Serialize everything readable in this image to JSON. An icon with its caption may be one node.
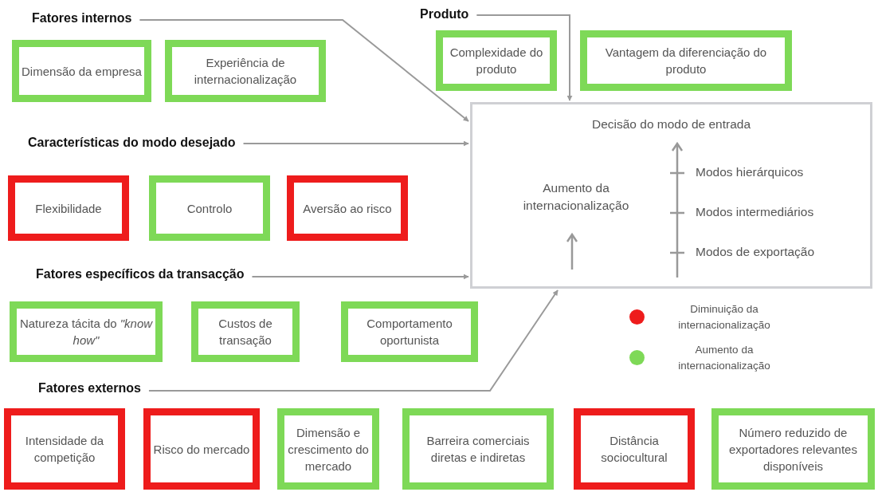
{
  "diagram": {
    "nodes": [
      {
        "text": [
          "Fatores internos"
        ]
      },
      {
        "text": [
          "Dimensão da empresa"
        ]
      },
      {
        "text": [
          "Experiência de internacionalização"
        ]
      },
      {
        "text": [
          "Produto"
        ]
      },
      {
        "text": [
          "Complexidade do produto"
        ]
      },
      {
        "text": [
          "Vantagem da diferenciação do produto"
        ]
      },
      {
        "text": [
          "Decisão do modo de entrada",
          "Aumento da internacionalização",
          "Modos hierárquicos",
          "Modos intermediários",
          "Modos de exportação"
        ]
      },
      {
        "text": [
          "Características do modo desejado"
        ]
      },
      {
        "text": [
          "Flexibilidade"
        ]
      },
      {
        "text": [
          "Controlo"
        ]
      },
      {
        "text": [
          "Aversão ao risco"
        ]
      },
      {
        "text": [
          "Fatores específicos da transacção"
        ]
      },
      {
        "text": [
          "Natureza tácita do *\"know how\"*"
        ]
      },
      {
        "text": [
          "Custos de transação"
        ]
      },
      {
        "text": [
          "Comportamento oportunista"
        ]
      },
      {
        "text": [
          "Fatores externos"
        ]
      },
      {
        "text": [
          "Intensidade da competição"
        ]
      },
      {
        "text": [
          "Risco do mercado"
        ]
      },
      {
        "text": [
          "Dimensão e crescimento do mercado"
        ]
      },
      {
        "text": [
          "Barreira comerciais diretas e indiretas"
        ]
      },
      {
        "text": [
          "Distância sociocultural"
        ]
      },
      {
        "text": [
          "Número reduzido de exportadores relevantes disponíveis"
        ]
      }
    ],
    "edges": [
      {
        "from": 0,
        "to": 6,
        "arrow": "to"
      },
      {
        "from": 3,
        "to": 6,
        "arrow": "to"
      },
      {
        "from": 7,
        "to": 6,
        "arrow": "to"
      },
      {
        "from": 11,
        "to": 6,
        "arrow": "to"
      },
      {
        "from": 15,
        "to": 6,
        "arrow": "to"
      }
    ],
    "legend": [
      {
        "text": "Diminuição da internacionalização",
        "color": "#ee1c1c"
      },
      {
        "text": "Aumento da internacionalização",
        "color": "#7ed957"
      }
    ]
  }
}
